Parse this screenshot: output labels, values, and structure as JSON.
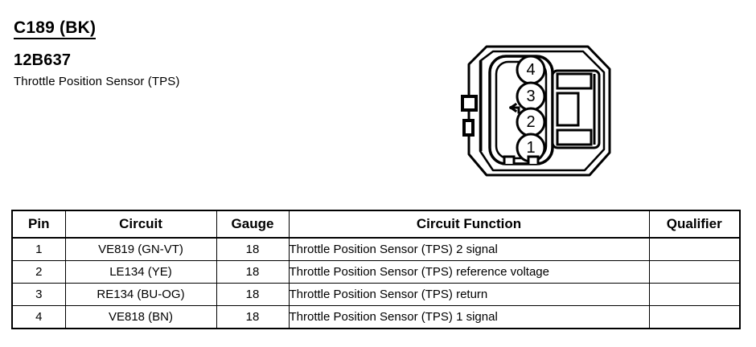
{
  "header": {
    "connector_code": "C189 (BK)",
    "part_number": "12B637",
    "component_name": "Throttle Position Sensor (TPS)"
  },
  "connector": {
    "name": "4-way-connector-face-view",
    "pin_labels": [
      "4",
      "3",
      "2",
      "1"
    ],
    "keying_marker": "keying-tab-arrow",
    "outline_color": "#000000",
    "fill_color": "#ffffff"
  },
  "table": {
    "columns": [
      "Pin",
      "Circuit",
      "Gauge",
      "Circuit Function",
      "Qualifier"
    ],
    "rows": [
      {
        "pin": "1",
        "circuit": "VE819 (GN-VT)",
        "gauge": "18",
        "function": "Throttle Position Sensor (TPS) 2 signal",
        "qualifier": ""
      },
      {
        "pin": "2",
        "circuit": "LE134 (YE)",
        "gauge": "18",
        "function": "Throttle Position Sensor (TPS) reference voltage",
        "qualifier": ""
      },
      {
        "pin": "3",
        "circuit": "RE134 (BU-OG)",
        "gauge": "18",
        "function": "Throttle Position Sensor (TPS) return",
        "qualifier": ""
      },
      {
        "pin": "4",
        "circuit": "VE818 (BN)",
        "gauge": "18",
        "function": "Throttle Position Sensor (TPS) 1 signal",
        "qualifier": ""
      }
    ]
  }
}
